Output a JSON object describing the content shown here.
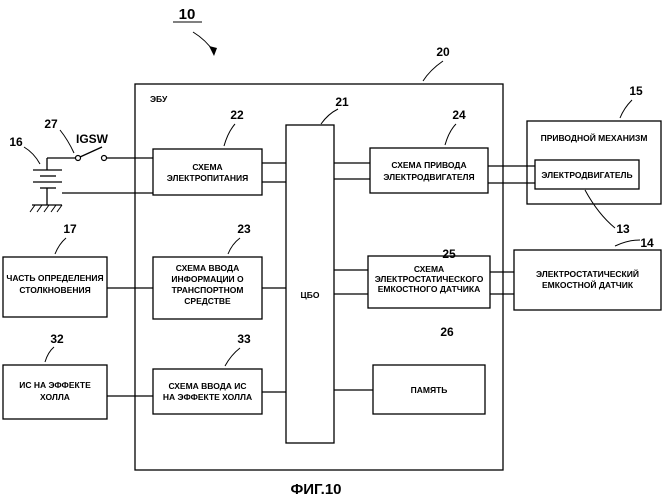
{
  "figure_number": "10",
  "figure_caption": "ФИГ.10",
  "ecu": {
    "number": "20",
    "label": "ЭБУ"
  },
  "cpu": {
    "number": "21",
    "label": "ЦБО"
  },
  "power_circuit": {
    "number": "22",
    "lines": [
      "СХЕМА",
      "ЭЛЕКТРОПИТАНИЯ"
    ]
  },
  "vehicle_input_circuit": {
    "number": "23",
    "lines": [
      "СХЕМА ВВОДА",
      "ИНФОРМАЦИИ О",
      "ТРАНСПОРТНОМ",
      "СРЕДСТВЕ"
    ]
  },
  "hall_input_circuit": {
    "number": "33",
    "lines": [
      "СХЕМА ВВОДА ИС",
      "НА ЭФФЕКТЕ ХОЛЛА"
    ]
  },
  "motor_drive_circuit": {
    "number": "24",
    "lines": [
      "СХЕМА ПРИВОДА",
      "ЭЛЕКТРОДВИГАТЕЛЯ"
    ]
  },
  "capacitive_sensor_circuit": {
    "number": "25",
    "lines": [
      "СХЕМА",
      "ЭЛЕКТРОСТАТИЧЕСКОГО",
      "ЕМКОСТНОГО ДАТЧИКА"
    ]
  },
  "memory": {
    "number": "26",
    "label": "ПАМЯТЬ"
  },
  "drive_mechanism": {
    "number": "15",
    "label": "ПРИВОДНОЙ МЕХАНИЗМ"
  },
  "motor": {
    "number": "13",
    "label": "ЭЛЕКТРОДВИГАТЕЛЬ"
  },
  "capacitive_sensor": {
    "number": "14",
    "lines": [
      "ЭЛЕКТРОСТАТИЧЕСКИЙ",
      "ЕМКОСТНОЙ ДАТЧИК"
    ]
  },
  "collision_detector": {
    "number": "17",
    "lines": [
      "ЧАСТЬ ОПРЕДЕЛЕНИЯ",
      "СТОЛКНОВЕНИЯ"
    ]
  },
  "hall_ic": {
    "number": "32",
    "lines": [
      "ИС НА ЭФФЕКТЕ",
      "ХОЛЛА"
    ]
  },
  "battery": {
    "number": "16"
  },
  "ignition_switch": {
    "number": "27",
    "label": "IGSW"
  }
}
